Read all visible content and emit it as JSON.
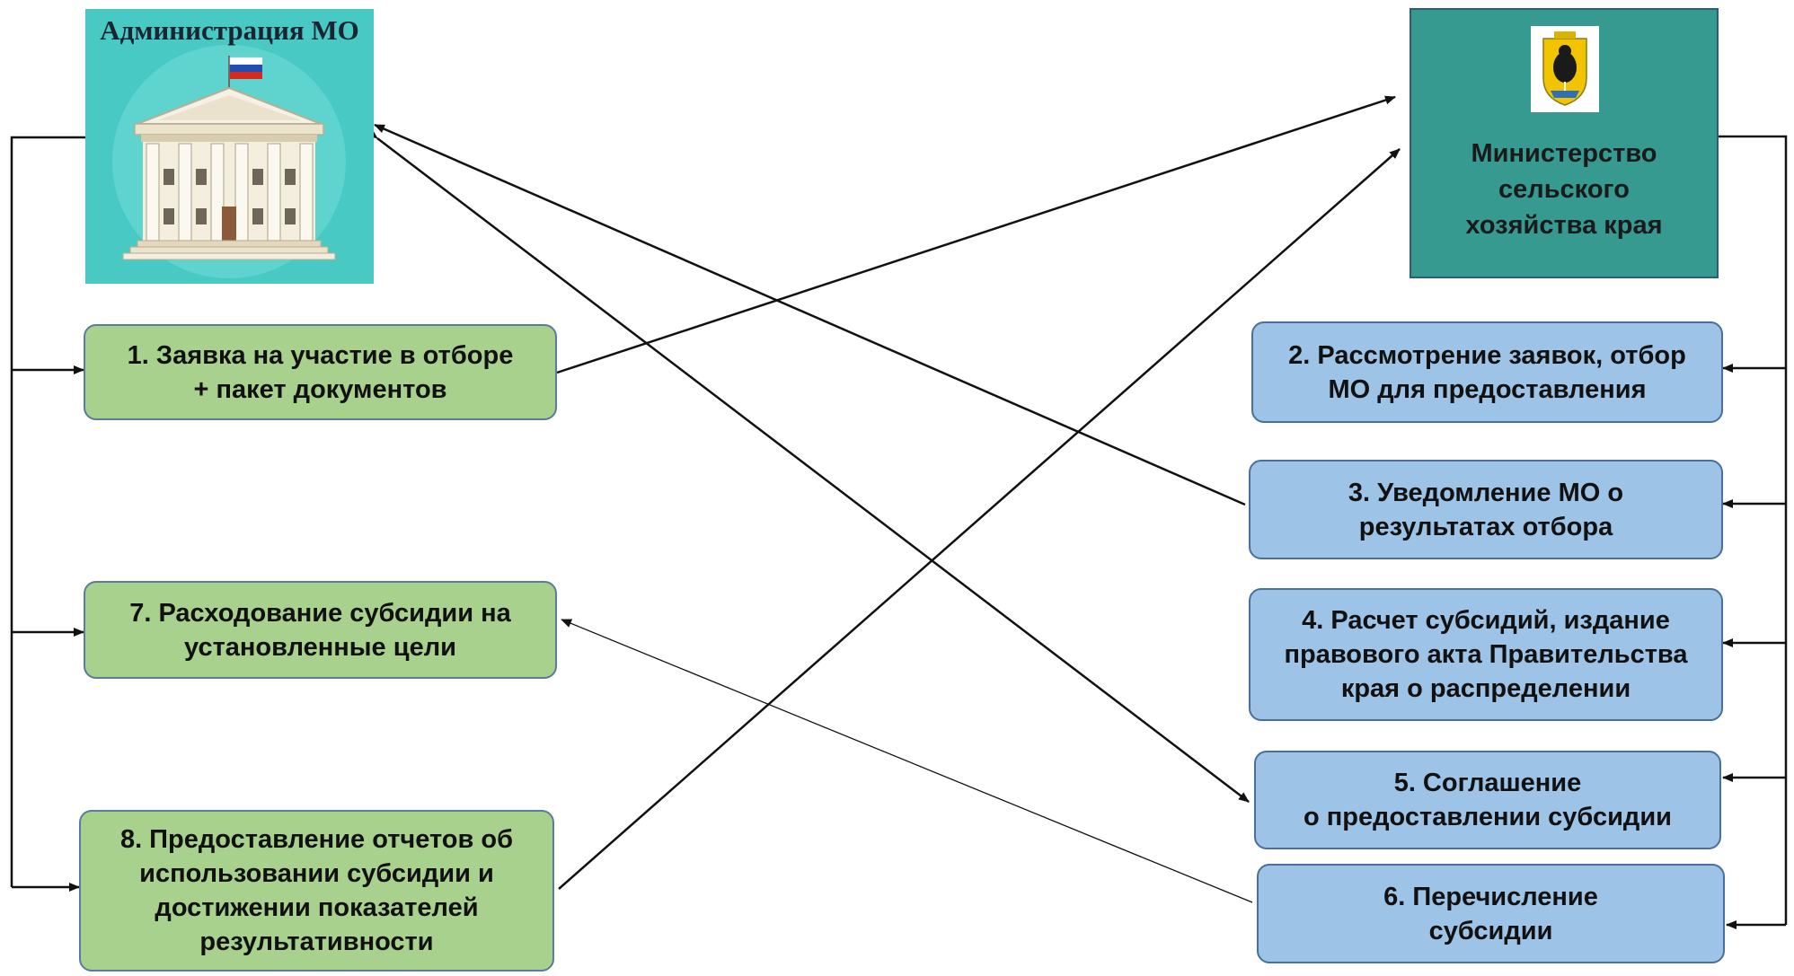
{
  "admin": {
    "title": "Администрация МО",
    "illustration": "government-building-with-russian-flag"
  },
  "ministry": {
    "label": "Министерство\nсельского\nхозяйства края",
    "emblem": "khabarovsk-krai-coat-of-arms-bear"
  },
  "steps": {
    "s1": "1. Заявка на участие в отборе\n+ пакет документов",
    "s2": "2. Рассмотрение заявок, отбор\nМО для предоставления",
    "s3": "3. Уведомление МО о\nрезультатах отбора",
    "s4": "4. Расчет субсидий, издание\nправового акта Правительства\nкрая о распределении",
    "s5": "5. Соглашение\nо предоставлении субсидии",
    "s6": "6. Перечисление\nсубсидии",
    "s7": "7. Расходование субсидии на\nустановленные цели",
    "s8": "8. Предоставление отчетов об\nиспользовании субсидии и\nдостижении показателей\nрезультативности"
  },
  "colors": {
    "admin_steps": "#a9d18e",
    "ministry_steps": "#9dc3e6",
    "ministry_box": "#369a90",
    "admin_card": "#48c9c4",
    "connector": "#111111"
  }
}
